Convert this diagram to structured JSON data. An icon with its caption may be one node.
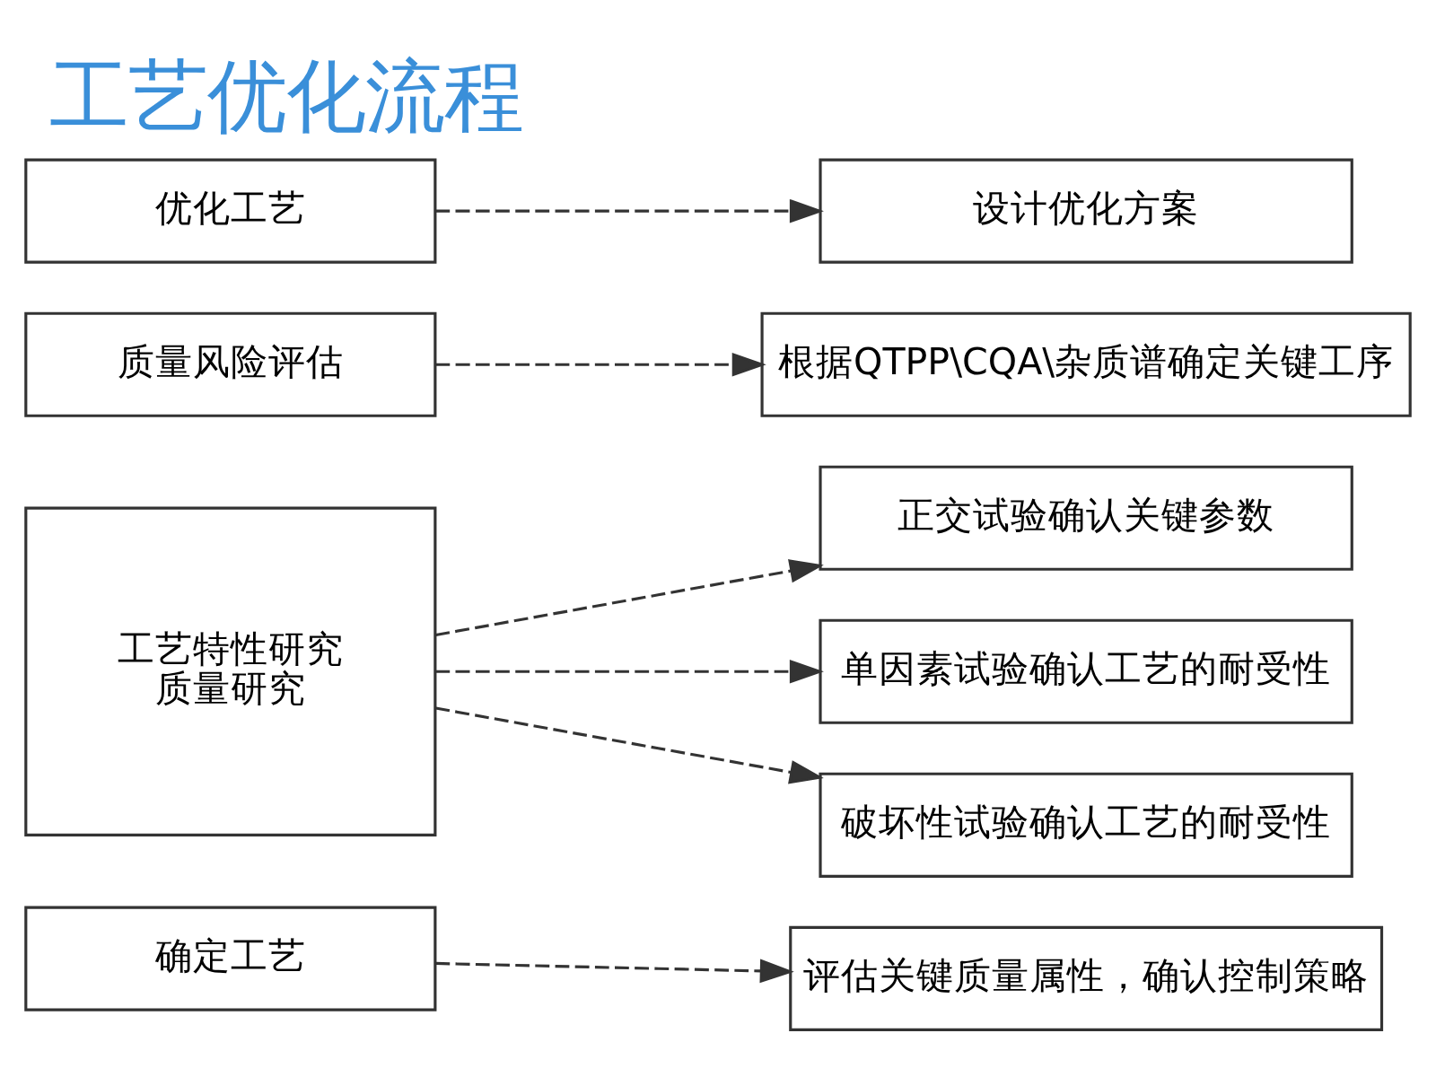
{
  "diagram": {
    "title": "工艺优化流程",
    "nodes": [
      {
        "text": [
          "优化工艺"
        ]
      },
      {
        "text": [
          "质量风险评估"
        ]
      },
      {
        "text": [
          "工艺特性研究",
          "质量研究"
        ]
      },
      {
        "text": [
          "确定工艺"
        ]
      },
      {
        "text": [
          "设计优化方案"
        ]
      },
      {
        "text": [
          "根据QTPP\\CQA\\杂质谱确定关键工序"
        ]
      },
      {
        "text": [
          "正交试验确认关键参数"
        ]
      },
      {
        "text": [
          "单因素试验确认工艺的耐受性"
        ]
      },
      {
        "text": [
          "破坏性试验确认工艺的耐受性"
        ]
      },
      {
        "text": [
          "评估关键质量属性，确认控制策略"
        ]
      }
    ],
    "edges": [
      {
        "from": 0,
        "to": 4,
        "arrow": "to",
        "style": "dashed"
      },
      {
        "from": 1,
        "to": 5,
        "arrow": "to",
        "style": "dashed"
      },
      {
        "from": 2,
        "to": 6,
        "arrow": "to",
        "style": "dashed"
      },
      {
        "from": 2,
        "to": 7,
        "arrow": "to",
        "style": "dashed"
      },
      {
        "from": 2,
        "to": 8,
        "arrow": "to",
        "style": "dashed"
      },
      {
        "from": 3,
        "to": 9,
        "arrow": "to",
        "style": "dashed"
      }
    ]
  }
}
